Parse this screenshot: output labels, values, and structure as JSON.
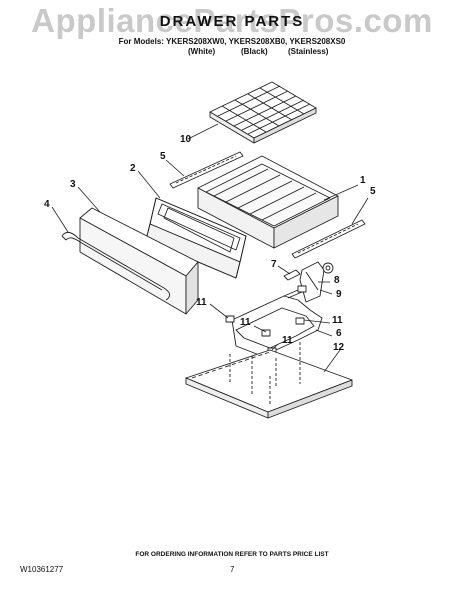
{
  "watermark": "AppliancePartsPros.com",
  "title": "DRAWER PARTS",
  "models_line": "For Models: YKERS208XW0, YKERS208XB0, YKERS208XS0",
  "variants": [
    "(White)",
    "(Black)",
    "(Stainless)"
  ],
  "callouts": [
    "10",
    "5",
    "2",
    "1",
    "3",
    "5",
    "4",
    "7",
    "8",
    "9",
    "11",
    "11",
    "11",
    "11",
    "6",
    "12"
  ],
  "footer_note": "FOR ORDERING INFORMATION REFER TO PARTS PRICE LIST",
  "document_number": "W10361277",
  "page_number": "7"
}
